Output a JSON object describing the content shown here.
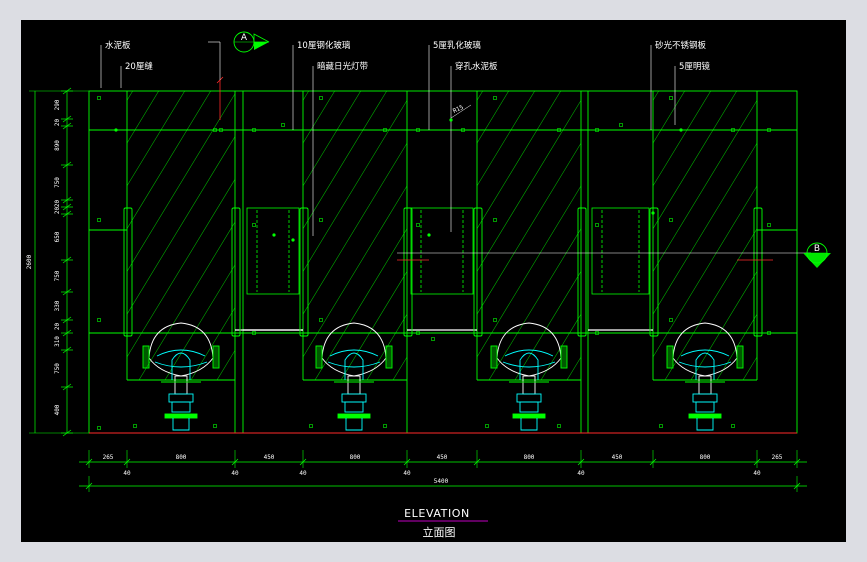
{
  "drawing": {
    "title": "ELEVATION",
    "subtitle": "立面图",
    "section_markers": [
      "A",
      "B"
    ],
    "radius_note": "R15",
    "callouts": {
      "cement_board": "水泥板",
      "seam_20": "20厘缝",
      "tempered_glass": "10厘钢化玻璃",
      "hidden_light": "暗藏日光灯带",
      "laminated_glass": "5厘乳化玻璃",
      "perforated_board": "穿孔水泥板",
      "stainless_steel": "砂光不锈钢板",
      "mirror": "5厘明镜"
    },
    "dimensions": {
      "left_total": "2600",
      "left_segments": [
        "290",
        "20",
        "890",
        "750",
        "20",
        "20",
        "650",
        "750",
        "330",
        "20",
        "310",
        "750",
        "400"
      ],
      "bottom_row": [
        "265",
        "800",
        "450",
        "800",
        "450",
        "800",
        "450",
        "800",
        "265"
      ],
      "bottom_small": [
        "40",
        "40",
        "40",
        "40",
        "40",
        "40"
      ],
      "bottom_total": "5400"
    }
  },
  "colors": {
    "background": "#000000",
    "frame": "#dcdde3",
    "lines_green": "#00ff00",
    "hatch": "#00c000",
    "cyan": "#00ffff",
    "red": "#ff2a2a",
    "white": "#ffffff",
    "title_underline": "#ff00ff"
  }
}
